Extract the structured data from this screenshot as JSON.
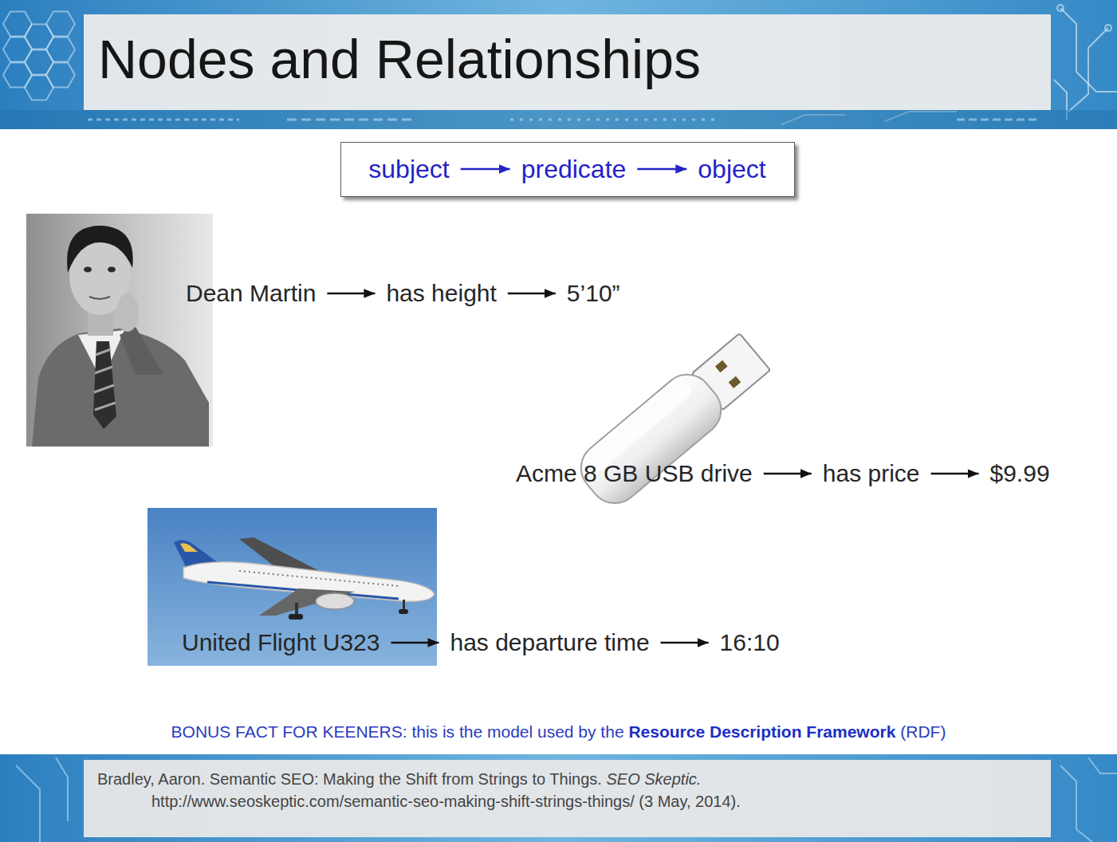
{
  "diagram": {
    "title": "Nodes and Relationships",
    "nodes": [
      {
        "text": []
      },
      {
        "text": [
          "subject"
        ],
        "in": 0
      },
      {
        "text": [
          "predicate"
        ],
        "in": 0
      },
      {
        "text": [
          "object"
        ],
        "in": 0
      },
      {
        "text": [
          "Dean Martin"
        ]
      },
      {
        "text": [
          "has height"
        ]
      },
      {
        "text": [
          "5’10”"
        ]
      },
      {
        "text": [
          "Acme 8 GB USB drive"
        ]
      },
      {
        "text": [
          "has price"
        ]
      },
      {
        "text": [
          "$9.99"
        ]
      },
      {
        "text": [
          "United Flight U323"
        ]
      },
      {
        "text": [
          "has departure time"
        ]
      },
      {
        "text": [
          "16:10"
        ]
      }
    ],
    "edges": [
      {
        "from": 1,
        "to": 2,
        "arrow": "to"
      },
      {
        "from": 2,
        "to": 3,
        "arrow": "to"
      },
      {
        "from": 4,
        "to": 5,
        "arrow": "to"
      },
      {
        "from": 5,
        "to": 6,
        "arrow": "to"
      },
      {
        "from": 7,
        "to": 8,
        "arrow": "to"
      },
      {
        "from": 8,
        "to": 9,
        "arrow": "to"
      },
      {
        "from": 10,
        "to": 11,
        "arrow": "to"
      },
      {
        "from": 11,
        "to": 12,
        "arrow": "to"
      }
    ],
    "labels": [
      "BONUS FACT FOR KEENERS: this is the model used by the",
      "Resource Description Framework",
      "(RDF)",
      "Bradley, Aaron. Semantic SEO: Making the Shift from Strings to Things.",
      "SEO Skeptic.",
      "http://www.seoskeptic.com/semantic-seo-making-shift-strings-things/ (3 May, 2014)."
    ]
  }
}
